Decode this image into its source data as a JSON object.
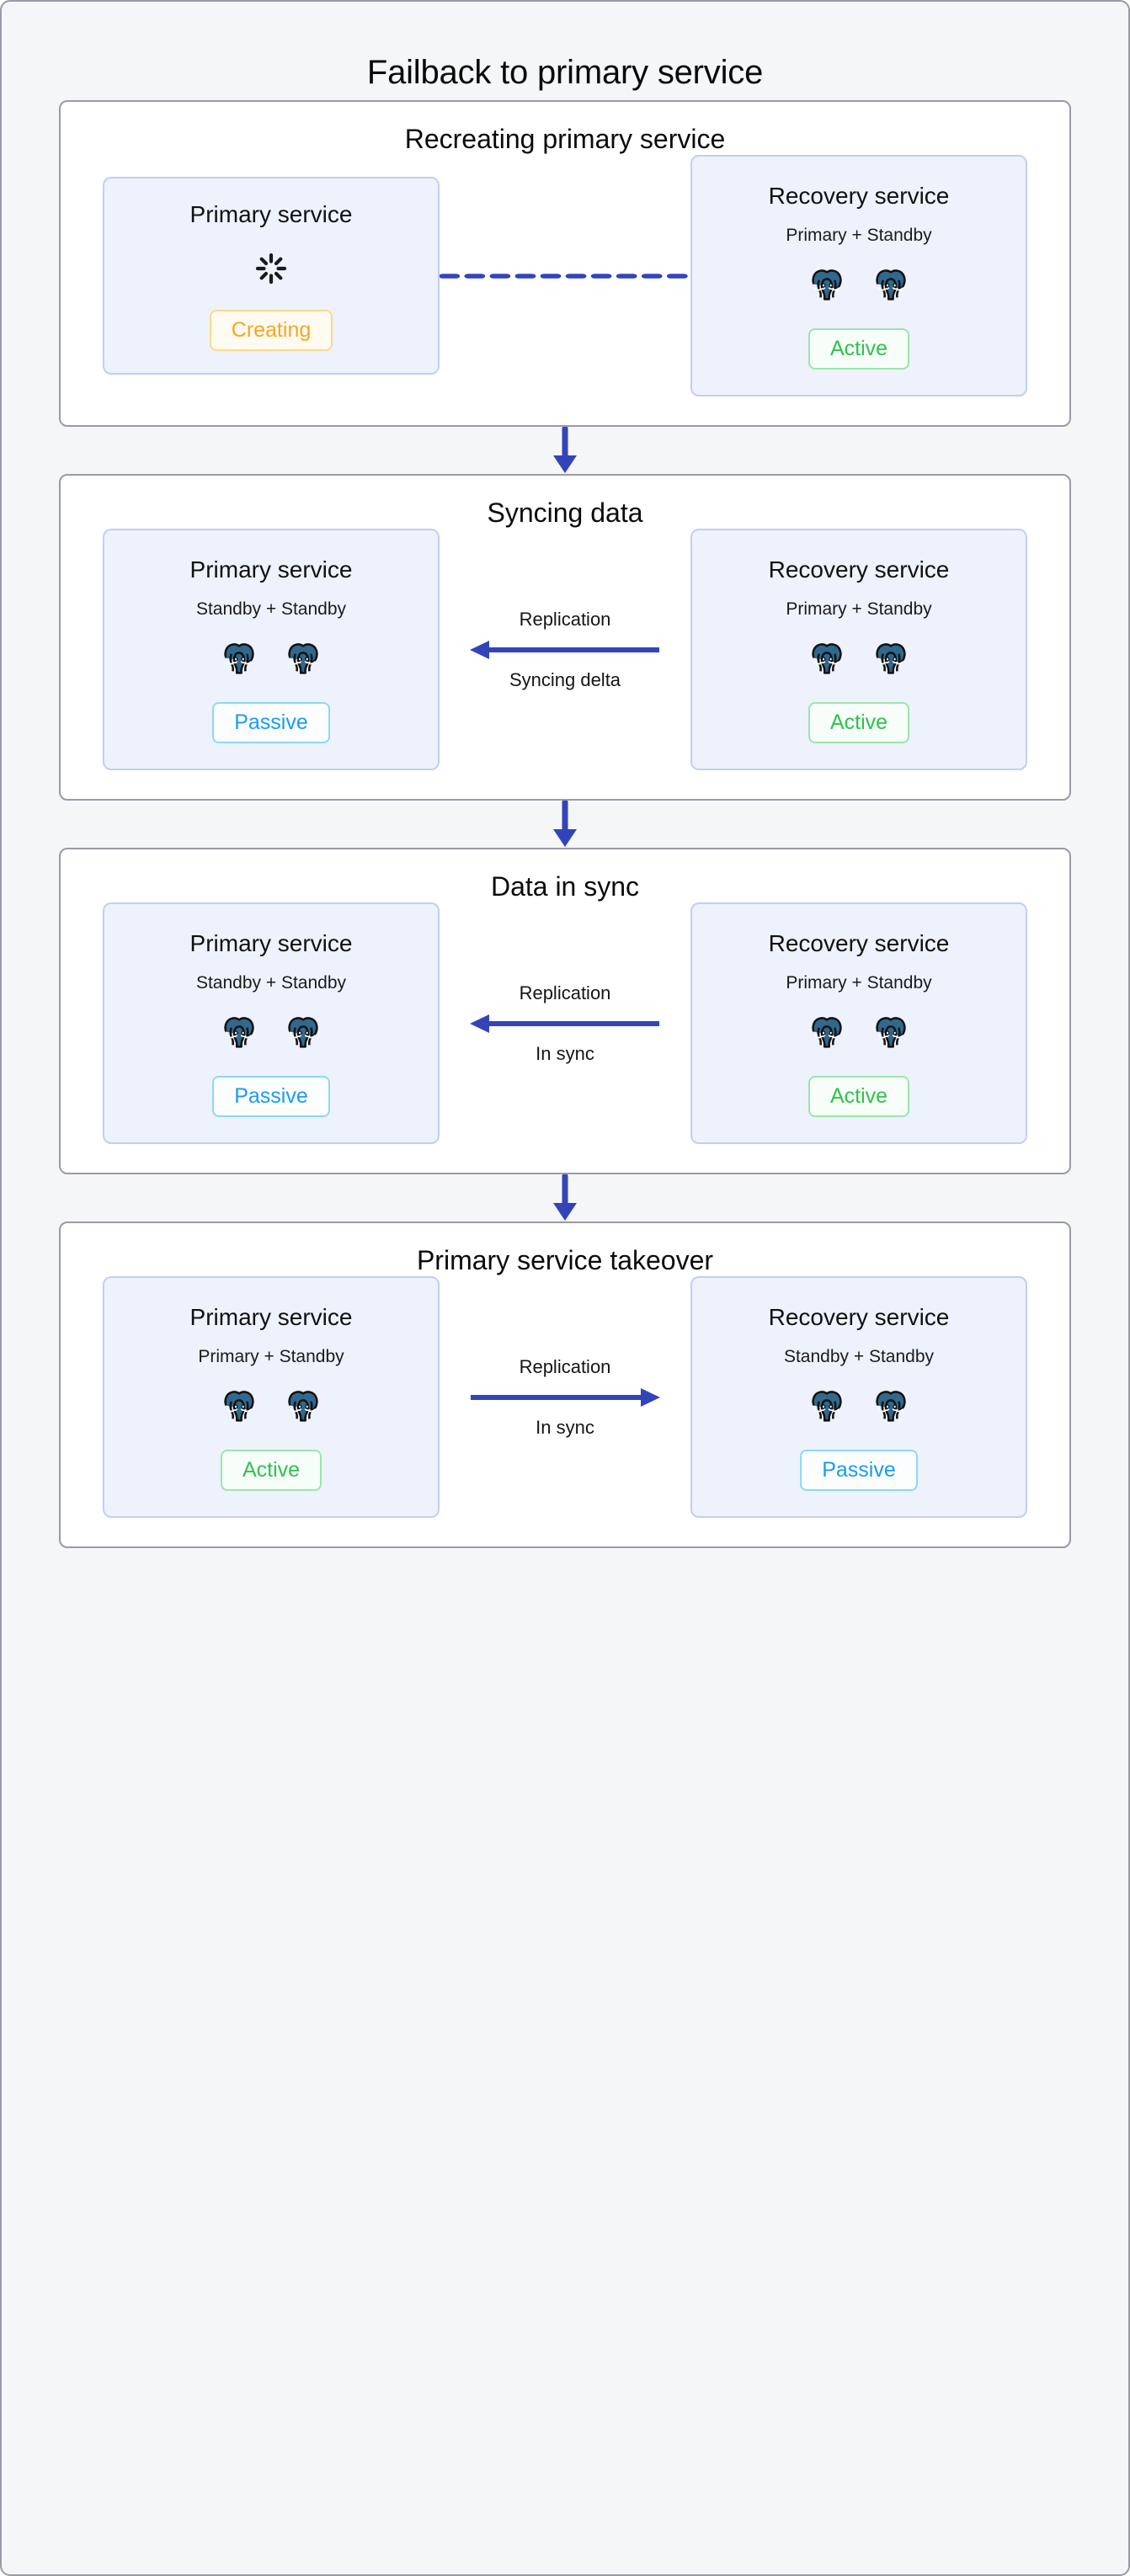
{
  "diagram": {
    "title": "Failback to primary service",
    "colors": {
      "page_background": "#f5f6f8",
      "panel_background": "#ffffff",
      "panel_border": "#9a9aa8",
      "service_background": "#eef2fd",
      "service_border": "#c3cef0",
      "arrow_blue": "#3344bb",
      "active_green": "#2fc24e",
      "passive_blue": "#1a9cf0",
      "creating_orange": "#f5a623",
      "postgres_blue": "#31688e"
    },
    "icons": {
      "postgres": "postgres-elephant-icon",
      "spinner": "loading-spinner-icon"
    }
  },
  "stages": [
    {
      "id": "recreating-primary-service",
      "title": "Recreating primary service",
      "left": {
        "name": "Primary service",
        "roles": "",
        "node_count": 0,
        "show_spinner": true,
        "status": "Creating",
        "status_kind": "creating"
      },
      "connector": {
        "kind": "dashed",
        "direction": "none",
        "label_top": "",
        "label_bottom": ""
      },
      "right": {
        "name": "Recovery service",
        "roles": "Primary + Standby",
        "node_count": 2,
        "show_spinner": false,
        "status": "Active",
        "status_kind": "active"
      }
    },
    {
      "id": "syncing-data",
      "title": "Syncing data",
      "left": {
        "name": "Primary service",
        "roles": "Standby + Standby",
        "node_count": 2,
        "show_spinner": false,
        "status": "Passive",
        "status_kind": "passive"
      },
      "connector": {
        "kind": "solid",
        "direction": "left",
        "label_top": "Replication",
        "label_bottom": "Syncing delta"
      },
      "right": {
        "name": "Recovery service",
        "roles": "Primary + Standby",
        "node_count": 2,
        "show_spinner": false,
        "status": "Active",
        "status_kind": "active"
      }
    },
    {
      "id": "data-in-sync",
      "title": "Data in sync",
      "left": {
        "name": "Primary service",
        "roles": "Standby + Standby",
        "node_count": 2,
        "show_spinner": false,
        "status": "Passive",
        "status_kind": "passive"
      },
      "connector": {
        "kind": "solid",
        "direction": "left",
        "label_top": "Replication",
        "label_bottom": "In sync"
      },
      "right": {
        "name": "Recovery service",
        "roles": "Primary + Standby",
        "node_count": 2,
        "show_spinner": false,
        "status": "Active",
        "status_kind": "active"
      }
    },
    {
      "id": "primary-service-takeover",
      "title": "Primary service takeover",
      "left": {
        "name": "Primary service",
        "roles": "Primary + Standby",
        "node_count": 2,
        "show_spinner": false,
        "status": "Active",
        "status_kind": "active"
      },
      "connector": {
        "kind": "solid",
        "direction": "right",
        "label_top": "Replication",
        "label_bottom": "In sync"
      },
      "right": {
        "name": "Recovery service",
        "roles": "Standby + Standby",
        "node_count": 2,
        "show_spinner": false,
        "status": "Passive",
        "status_kind": "passive"
      }
    }
  ]
}
